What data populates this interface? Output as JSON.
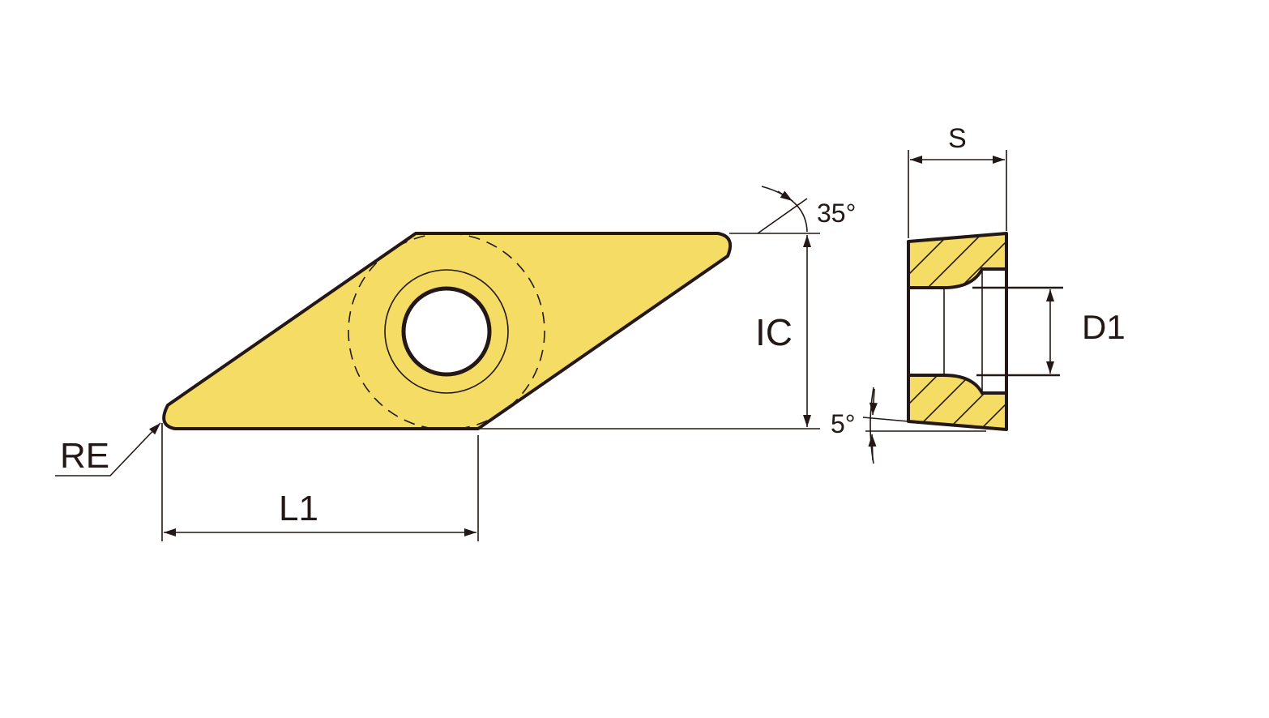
{
  "colors": {
    "insert_fill": "#F5DC64",
    "line": "#231815",
    "background": "#FFFFFF"
  },
  "labels": {
    "re": "RE",
    "l1": "L1",
    "ic": "IC",
    "angle_35": "35°",
    "s": "S",
    "d1": "D1",
    "angle_5": "5°"
  }
}
